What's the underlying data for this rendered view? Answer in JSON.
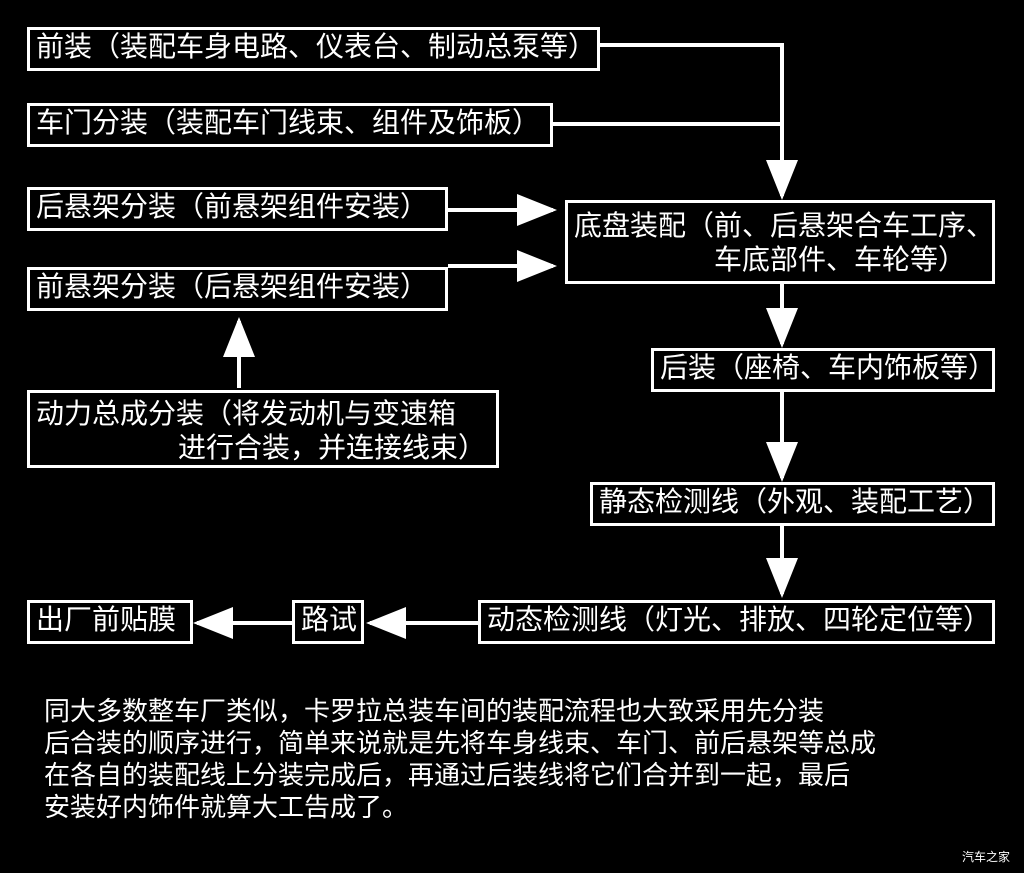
{
  "nodes": {
    "front_assembly": "前装（装配车身电路、仪表台、制动总泵等）",
    "door_sub": "车门分装（装配车门线束、组件及饰板）",
    "rear_susp_sub": "后悬架分装（前悬架组件安装）",
    "front_susp_sub": "前悬架分装（后悬架组件安装）",
    "powertrain_sub": {
      "line1": "动力总成分装（将发动机与变速箱",
      "line2": "进行合装，并连接线束）"
    },
    "chassis": {
      "line1": "底盘装配（前、后悬架合车工序、",
      "line2": "车底部件、车轮等）"
    },
    "rear_assembly": "后装（座椅、车内饰板等）",
    "static_test": "静态检测线（外观、装配工艺）",
    "dynamic_test": "动态检测线（灯光、排放、四轮定位等）",
    "road_test": "路试",
    "film": "出厂前贴膜"
  },
  "caption": {
    "line1": "同大多数整车厂类似，卡罗拉总装车间的装配流程也大致采用先分装",
    "line2": "后合装的顺序进行，简单来说就是先将车身线束、车门、前后悬架等总成",
    "line3": "在各自的装配线上分装完成后，再通过后装线将它们合并到一起，最后",
    "line4": "安装好内饰件就算大工告成了。"
  },
  "watermark": "汽车之家",
  "colors": {
    "background": "#000000",
    "foreground": "#ffffff"
  }
}
